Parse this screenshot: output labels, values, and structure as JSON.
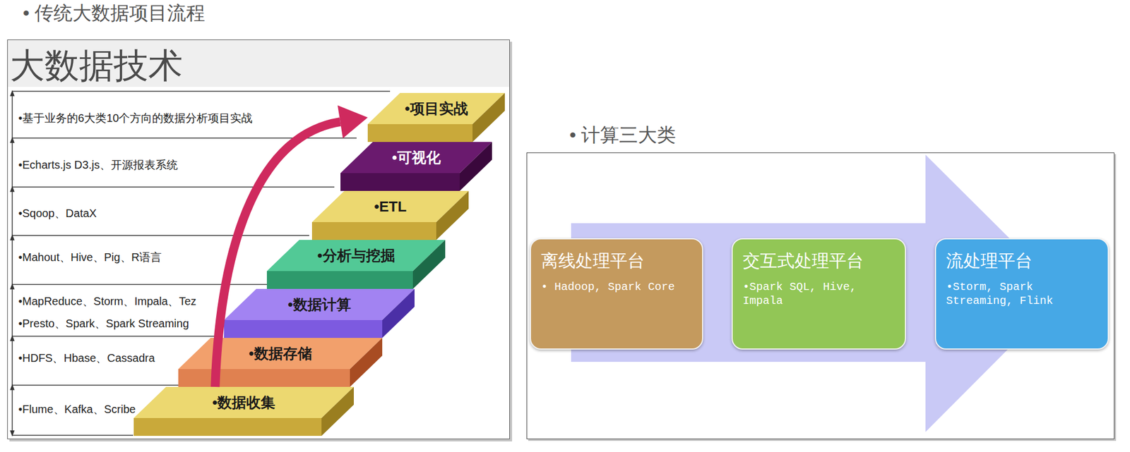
{
  "diagram": {
    "nodes": [
      {
        "text": [
          "• 传统大数据项目流程",
          "大数据技术"
        ]
      },
      {
        "text": [
          "•项目实战"
        ],
        "in": 0
      },
      {
        "text": [
          "•可视化"
        ],
        "in": 0
      },
      {
        "text": [
          "•ETL"
        ],
        "in": 0
      },
      {
        "text": [
          "•分析与挖掘"
        ],
        "in": 0
      },
      {
        "text": [
          "•数据计算"
        ],
        "in": 0
      },
      {
        "text": [
          "•数据存储"
        ],
        "in": 0
      },
      {
        "text": [
          "•数据收集"
        ],
        "in": 0
      },
      {
        "text": [
          "• 计算三大类"
        ]
      },
      {
        "text": [
          "离线处理平台",
          "• Hadoop, Spark Core"
        ],
        "in": 8
      },
      {
        "text": [
          "交互式处理平台",
          "•Spark SQL, Hive, Impala"
        ],
        "in": 8
      },
      {
        "text": [
          "流处理平台",
          "•Storm, Spark Streaming, Flink"
        ],
        "in": 8
      }
    ],
    "edges": [
      {
        "from": 7,
        "to": 1,
        "arrow": "to"
      }
    ],
    "labels": [
      "•基于业务的6大类10个方向的数据分析项目实战",
      "•Echarts.js D3.js、开源报表系统",
      "•Sqoop、DataX",
      "•Mahout、Hive、Pig、R语言",
      "•MapReduce、Storm、Impala、Tez",
      "•Presto、Spark、Spark Streaming",
      "•HDFS、Hbase、Cassadra",
      "•Flume、Kafka、Scribe"
    ]
  }
}
